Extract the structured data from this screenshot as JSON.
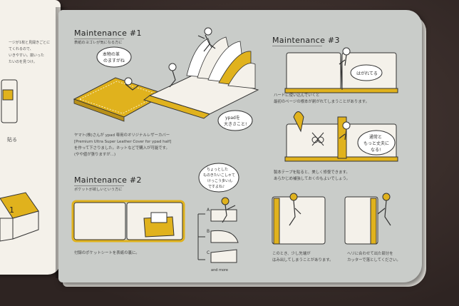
{
  "left_page": {
    "lines": [
      "ージが1枚と見開きごとに",
      "てくれるので、",
      "いきやすい。揃いった",
      "たいのを見つけ。"
    ],
    "label_a": "貼る",
    "step_number": "1"
  },
  "maintenance1": {
    "heading": "Maintenance #1",
    "subtitle": "表紙のヨゴレが気になる方に",
    "bubble1": [
      "本物の革",
      "のますがね"
    ],
    "bubble2": [
      "ypadを",
      "大きさこと!"
    ],
    "notes": [
      "ヤマト(株)さんが ypad 専用のオリジナルレザーカバー",
      "[Premium Ultra Super Leather Cover for ypad half]",
      "を作って下さりました。ネットなどで購入が可能です。",
      "(やや値が張りますが…)"
    ]
  },
  "maintenance2": {
    "heading": "Maintenance #2",
    "subtitle": "ポケットが欲しいという方に",
    "bubble": [
      "ちょっとした",
      "ものきたいこしゃて",
      "けっこう多いん",
      "ですよね♪"
    ],
    "labels": [
      "A",
      "B",
      "C"
    ],
    "and_more": "and more",
    "note": "付録のポケットシートを表紙の裏に。"
  },
  "maintenance3": {
    "heading": "Maintenance #3",
    "bubble1": "はがれてる",
    "bubble2": [
      "通常と",
      "もっと丈夫に",
      "なる!"
    ],
    "note1": [
      "ハードに使い込んでいくと",
      "最初のページの根本が剥がれてしまうことがあります。"
    ],
    "note2": [
      "製本テープを貼ると、美しく修復できます。",
      "あらかじめ補強しておくのもよいでしょう。"
    ],
    "note3": [
      "このとき、少し先端が",
      "はみ出してしまうことがあります。"
    ],
    "note4": [
      "ヘリに合わせて出た部分を",
      "カッターで落としてください。"
    ]
  },
  "colors": {
    "accent": "#e0b21d",
    "page": "#c9ccc9",
    "paper": "#f4f1ea",
    "ink": "#333333"
  }
}
